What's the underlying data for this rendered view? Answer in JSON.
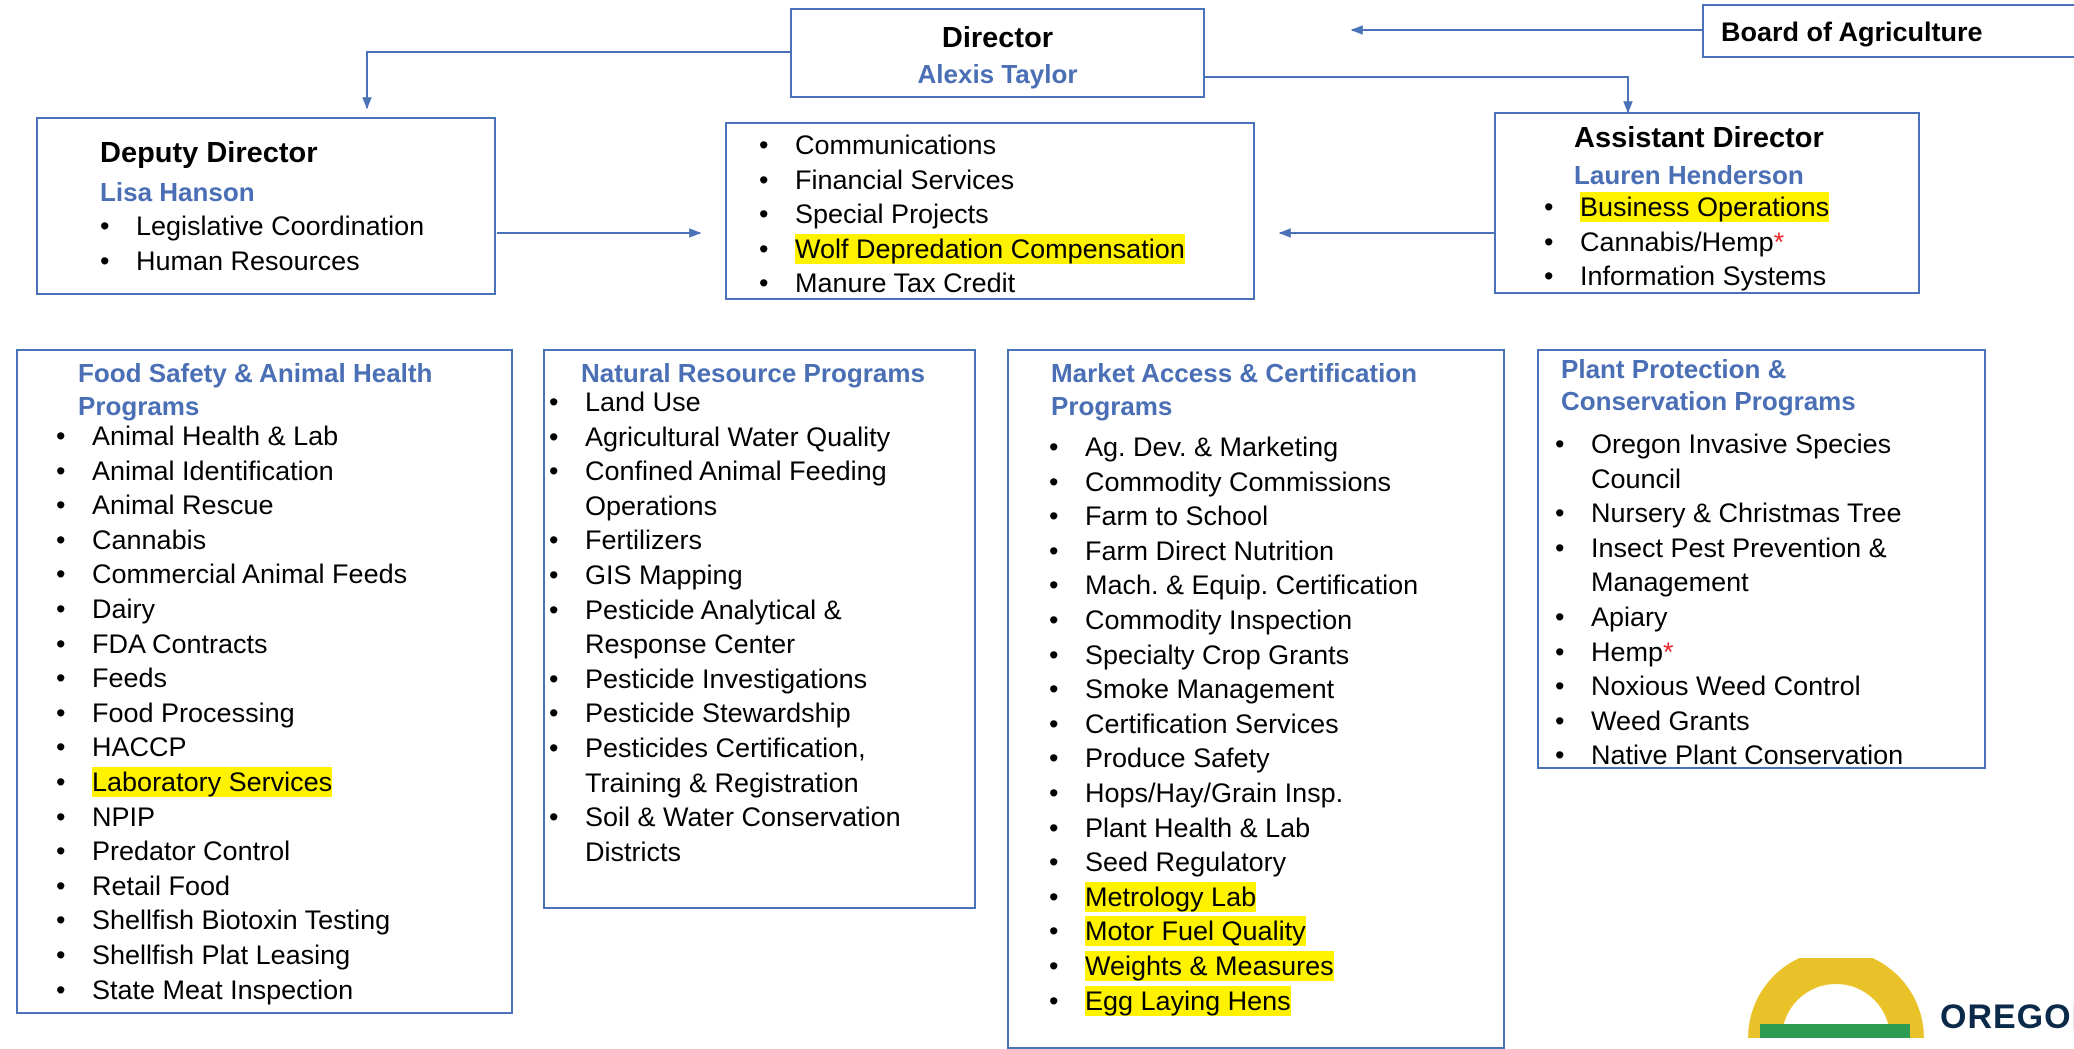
{
  "colors": {
    "border": "#4a72b8",
    "name": "#4a6fb5",
    "highlight": "#fff200",
    "asterisk": "#e8262a"
  },
  "director": {
    "title": "Director",
    "name": "Alexis Taylor"
  },
  "board": {
    "title": "Board of Agriculture"
  },
  "deputy": {
    "title": "Deputy Director",
    "name": "Lisa Hanson",
    "items": [
      {
        "text": "Legislative Coordination"
      },
      {
        "text": "Human Resources"
      }
    ]
  },
  "center": {
    "items": [
      {
        "text": "Communications"
      },
      {
        "text": "Financial Services"
      },
      {
        "text": "Special Projects"
      },
      {
        "text": "Wolf Depredation Compensation",
        "highlight": true
      },
      {
        "text": "Manure Tax Credit"
      }
    ]
  },
  "assistant": {
    "title": "Assistant Director",
    "name": "Lauren Henderson",
    "items": [
      {
        "text": "Business Operations",
        "highlight": true
      },
      {
        "text": "Cannabis/Hemp",
        "asterisk": "*"
      },
      {
        "text": "Information Systems"
      }
    ]
  },
  "programs": [
    {
      "heading": "Food Safety & Animal Health Programs",
      "items": [
        {
          "text": "Animal Health & Lab"
        },
        {
          "text": "Animal Identification"
        },
        {
          "text": "Animal Rescue"
        },
        {
          "text": "Cannabis"
        },
        {
          "text": "Commercial Animal Feeds"
        },
        {
          "text": "Dairy"
        },
        {
          "text": "FDA Contracts"
        },
        {
          "text": "Feeds"
        },
        {
          "text": "Food Processing"
        },
        {
          "text": "HACCP"
        },
        {
          "text": "Laboratory Services",
          "highlight": true
        },
        {
          "text": "NPIP"
        },
        {
          "text": "Predator Control"
        },
        {
          "text": "Retail Food"
        },
        {
          "text": "Shellfish Biotoxin Testing"
        },
        {
          "text": "Shellfish Plat Leasing"
        },
        {
          "text": "State Meat Inspection"
        }
      ]
    },
    {
      "heading": "Natural Resource Programs",
      "items": [
        {
          "text": "Land Use"
        },
        {
          "text": "Agricultural Water Quality"
        },
        {
          "text": "Confined Animal Feeding Operations"
        },
        {
          "text": "Fertilizers"
        },
        {
          "text": "GIS Mapping"
        },
        {
          "text": "Pesticide Analytical & Response Center"
        },
        {
          "text": "Pesticide Investigations"
        },
        {
          "text": "Pesticide Stewardship"
        },
        {
          "text": "Pesticides Certification, Training & Registration"
        },
        {
          "text": "Soil & Water Conservation Districts"
        }
      ]
    },
    {
      "heading": "Market Access & Certification Programs",
      "items": [
        {
          "text": "Ag. Dev. & Marketing"
        },
        {
          "text": "Commodity Commissions"
        },
        {
          "text": "Farm to School"
        },
        {
          "text": "Farm Direct Nutrition"
        },
        {
          "text": "Mach. & Equip. Certification"
        },
        {
          "text": "Commodity Inspection"
        },
        {
          "text": "Specialty Crop Grants"
        },
        {
          "text": "Smoke Management"
        },
        {
          "text": "Certification Services"
        },
        {
          "text": "Produce Safety"
        },
        {
          "text": "Hops/Hay/Grain Insp."
        },
        {
          "text": "Plant Health & Lab"
        },
        {
          "text": "Seed Regulatory"
        },
        {
          "text": "Metrology Lab",
          "highlight": true
        },
        {
          "text": "Motor Fuel Quality",
          "highlight": true
        },
        {
          "text": "Weights & Measures",
          "highlight": true
        },
        {
          "text": "Egg Laying Hens",
          "highlight": true
        }
      ]
    },
    {
      "heading": "Plant Protection & Conservation Programs",
      "items": [
        {
          "text": "Oregon Invasive Species Council"
        },
        {
          "text": "Nursery & Christmas Tree"
        },
        {
          "text": "Insect Pest Prevention & Management"
        },
        {
          "text": "Apiary"
        },
        {
          "text": "Hemp",
          "asterisk": "*"
        },
        {
          "text": "Noxious Weed Control"
        },
        {
          "text": "Weed Grants"
        },
        {
          "text": "Native Plant Conservation"
        }
      ]
    }
  ],
  "logo": {
    "text": "OREGON"
  }
}
